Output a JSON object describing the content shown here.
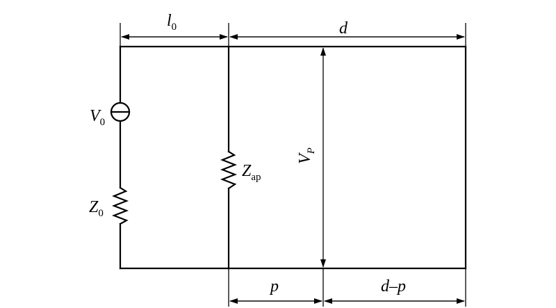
{
  "labels": {
    "l0": {
      "main": "l",
      "sub": "0"
    },
    "d": "d",
    "v0": {
      "main": "V",
      "sub": "0"
    },
    "z0": {
      "main": "Z",
      "sub": "0"
    },
    "zap": {
      "main": "Z",
      "sub": "ap"
    },
    "vp": {
      "main": "V",
      "sub": "P"
    },
    "p": "p",
    "dp": "d–p"
  }
}
